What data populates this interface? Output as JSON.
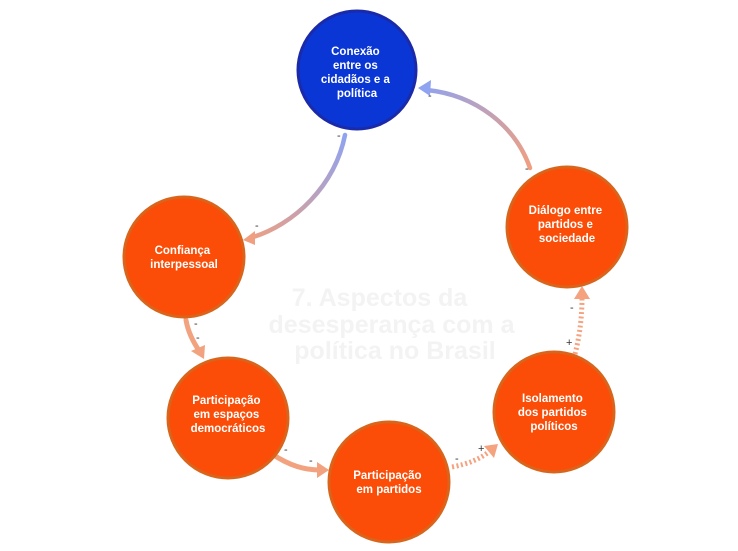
{
  "diagram": {
    "watermark": [
      "7. Aspectos da",
      "desesperança com a",
      "política no Brasil"
    ],
    "nodes": {
      "conexao": {
        "lines": [
          "Conexão",
          "entre os",
          "cidadãos e a",
          "política"
        ],
        "color": "#0a36d6",
        "border": "#1a2aa8"
      },
      "confianca": {
        "lines": [
          "Confiança",
          "interpessoal"
        ],
        "color": "#fb4d07",
        "border": "#d9641c"
      },
      "participacao_espacos": {
        "lines": [
          "Participação",
          "em espaços",
          "democráticos"
        ],
        "color": "#fb4d07",
        "border": "#d9641c"
      },
      "participacao_partidos": {
        "lines": [
          "Participação",
          "em partidos"
        ],
        "color": "#fb4d07",
        "border": "#d9641c"
      },
      "isolamento": {
        "lines": [
          "Isolamento",
          "dos partidos",
          "políticos"
        ],
        "color": "#fb4d07",
        "border": "#d9641c"
      },
      "dialogo": {
        "lines": [
          "Diálogo entre",
          "partidos e",
          "sociedade"
        ],
        "color": "#fb4d07",
        "border": "#d9641c"
      }
    },
    "signs": {
      "conexao_confianca_start": "-",
      "conexao_confianca_end": "-",
      "confianca_espacos_start": "-",
      "confianca_espacos_end": "-",
      "espacos_partidos_start": "-",
      "espacos_partidos_end": "-",
      "partidos_isolamento_start": "-",
      "partidos_isolamento_end": "+",
      "isolamento_dialogo_start": "+",
      "isolamento_dialogo_end": "-",
      "dialogo_conexao_start": "-",
      "dialogo_conexao_end": "-"
    },
    "colors": {
      "arrow_blue": "#94a6ee",
      "arrow_salmon": "#f2a27e",
      "arrow_dotted": "#f5a27f"
    }
  }
}
